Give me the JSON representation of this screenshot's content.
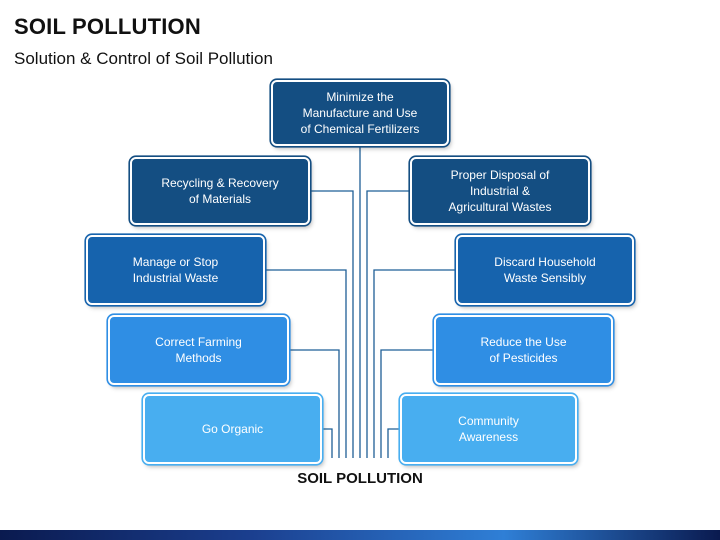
{
  "header": {
    "title": "SOIL POLLUTION",
    "subtitle": "Solution & Control of Soil Pollution"
  },
  "diagram": {
    "root_label": "SOIL POLLUTION",
    "top_node": "Minimize the\nManufacture and Use\nof Chemical Fertilizers",
    "left_nodes": [
      "Recycling & Recovery\nof Materials",
      "Manage or Stop\nIndustrial Waste",
      "Correct Farming\nMethods",
      "Go Organic"
    ],
    "right_nodes": [
      "Proper Disposal of\nIndustrial &\nAgricultural Wastes",
      "Discard Household\nWaste Sensibly",
      "Reduce the Use\nof Pesticides",
      "Community\nAwareness"
    ]
  },
  "colors": {
    "level1": "#144e82",
    "level2": "#1663ad",
    "level3": "#2f8ee4",
    "level4": "#48aef0",
    "connector": "#1f5f96"
  }
}
